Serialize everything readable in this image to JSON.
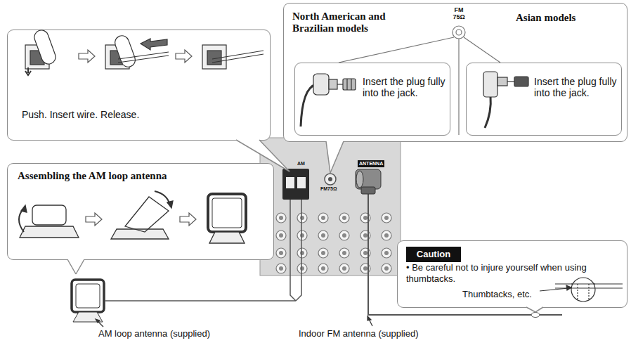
{
  "diagram": {
    "nodes": [
      {
        "text": [
          "Push. Insert wire. Release."
        ]
      },
      {
        "text": [
          "North American and Brazilian models",
          "Asian models"
        ]
      },
      {
        "text": [
          "Insert the plug fully into the jack."
        ],
        "in": 1
      },
      {
        "text": [
          "Insert the plug fully into the jack."
        ],
        "in": 1
      },
      {
        "text": [
          "Assembling the AM loop antenna"
        ]
      },
      {
        "text": [
          "• Be careful not to injure yourself when using thumbtacks.",
          "Thumbtacks, etc."
        ]
      },
      {
        "text": [
          "Caution"
        ],
        "in": 5
      }
    ],
    "labels": [
      "FM 75Ω",
      "AM",
      "FM75Ω",
      "ANTENNA",
      "AM loop antenna (supplied)",
      "Indoor FM antenna (supplied)"
    ]
  }
}
